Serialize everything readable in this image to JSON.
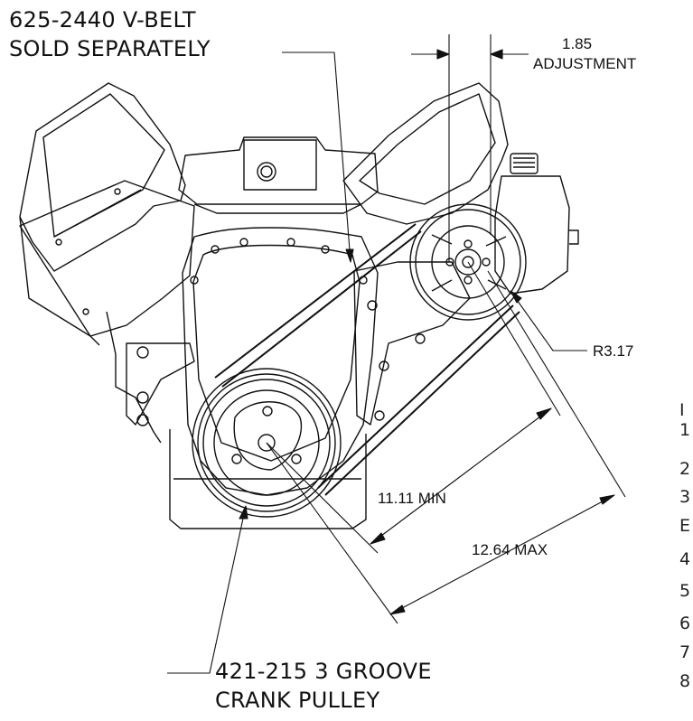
{
  "callouts": {
    "belt_line1": "625-2440 V-BELT",
    "belt_line2": "SOLD SEPARATELY",
    "adjustment_value": "1.85",
    "adjustment_label": "ADJUSTMENT",
    "radius": "R3.17",
    "min_dim": "11.11 MIN",
    "max_dim": "12.64 MAX",
    "pulley_line1": "421-215 3 GROOVE",
    "pulley_line2": "CRANK PULLEY"
  },
  "clipped_list": [
    "I",
    "1",
    "2",
    "3",
    "E",
    "4",
    "5",
    "6",
    "7",
    "8"
  ]
}
